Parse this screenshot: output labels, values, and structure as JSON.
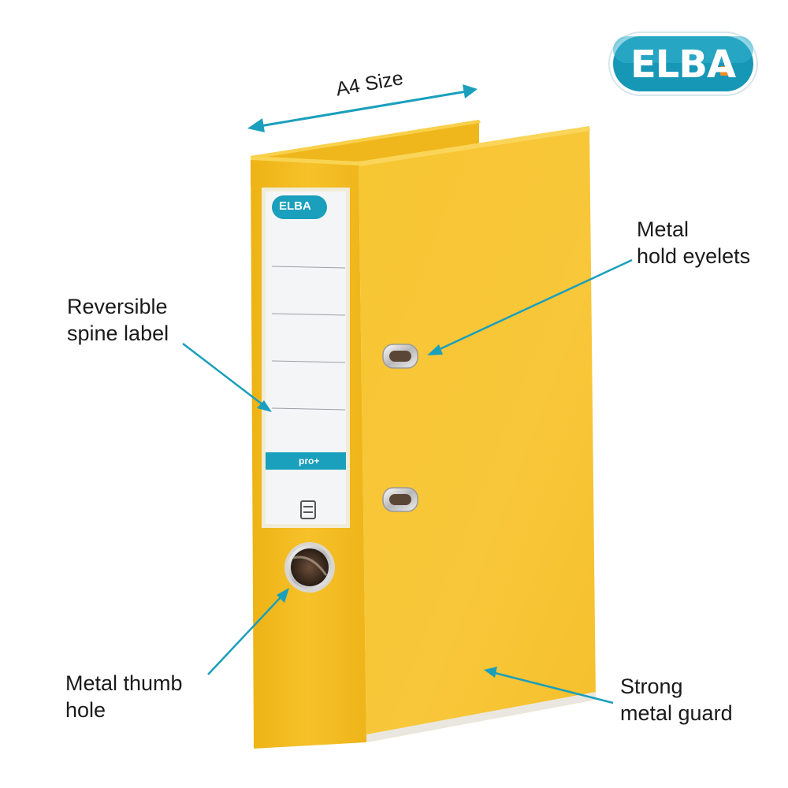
{
  "brand": {
    "name": "ELBA"
  },
  "callouts": {
    "a4_size": "A4 Size",
    "metal_eyelets_line1": "Metal",
    "metal_eyelets_line2": "hold eyelets",
    "spine_label_line1": "Reversible",
    "spine_label_line2": "spine label",
    "thumb_hole_line1": "Metal thumb",
    "thumb_hole_line2": "hole",
    "metal_guard_line1": "Strong",
    "metal_guard_line2": "metal guard"
  },
  "spine_label": {
    "brand": "ELBA",
    "tag": "pro+"
  },
  "colors": {
    "binder_yellow": "#f6c531",
    "binder_spine": "#f3bc1a",
    "accent_teal": "#1a9fbc",
    "label_white": "#f4f5f6"
  }
}
